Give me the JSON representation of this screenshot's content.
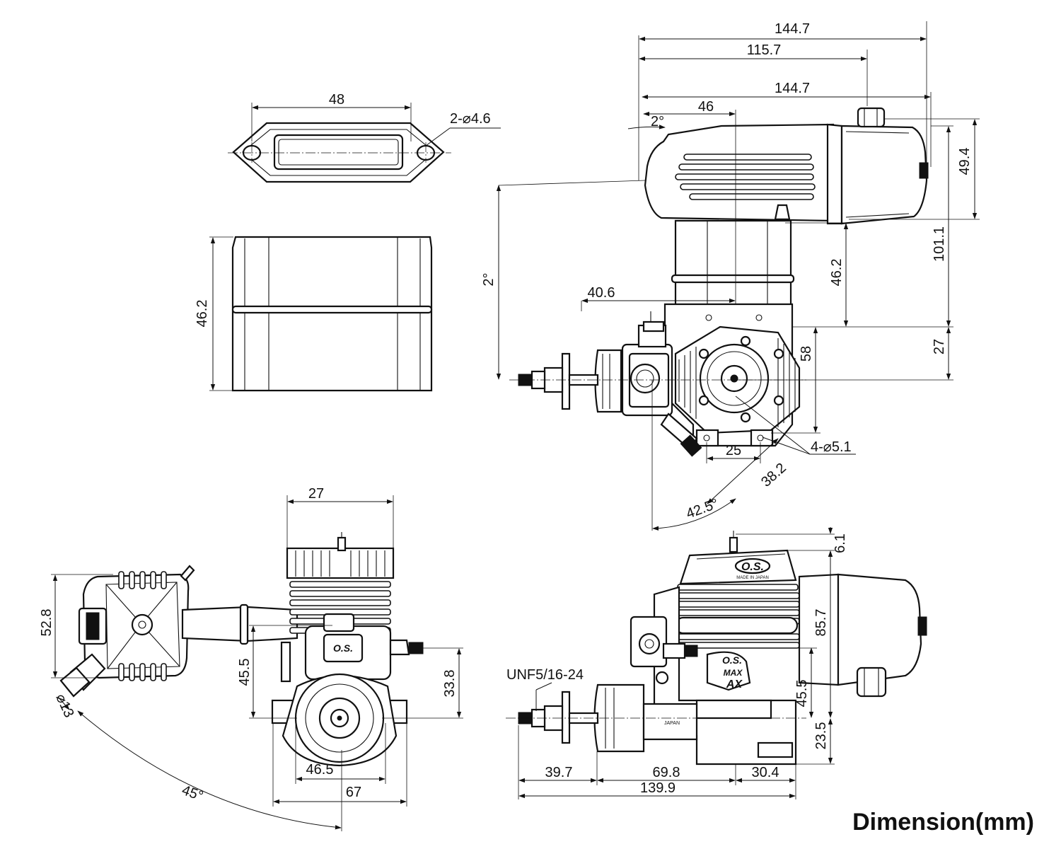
{
  "title": "Dimension(mm)",
  "views": {
    "gasket_top": {
      "width": "48",
      "holes": "2-⌀4.6"
    },
    "muffler_side": {
      "height": "46.2"
    },
    "main_view": {
      "overall_length": "144.7",
      "length_to_outlet": "115.7",
      "muffler_length": "144.7",
      "muffler_offset": "46",
      "muffler_tilt": "2°",
      "muffler_height": "49.4",
      "overall_height": "101.1",
      "pipe_height": "46.2",
      "tilt_left": "2°",
      "carb_offset": "40.6",
      "crankcase_height": "58",
      "mount_height": "27",
      "mount_holes": "4-⌀5.1",
      "mount_spacing": "25",
      "mount_diagonal": "38.2",
      "carb_angle": "42.5°"
    },
    "front_view": {
      "head_width": "27",
      "muffler_height": "52.8",
      "intake_height": "45.5",
      "spinner_offset": "33.8",
      "mount_inner": "46.5",
      "mount_outer": "67",
      "outlet_dia": "⌀13",
      "outlet_angle": "45°"
    },
    "side_view": {
      "plug_height": "6.1",
      "total_height": "85.7",
      "shaft_height": "45.5",
      "base_height": "23.5",
      "thread": "UNF5/16-24",
      "prop_length": "39.7",
      "body_length": "69.8",
      "rear_length": "30.4",
      "total_length": "139.9"
    }
  },
  "labels": {
    "brand": "O.S.",
    "made_in": "MADE IN JAPAN",
    "model_max": "MAX",
    "model_ax": "AX",
    "japan": "JAPAN"
  }
}
